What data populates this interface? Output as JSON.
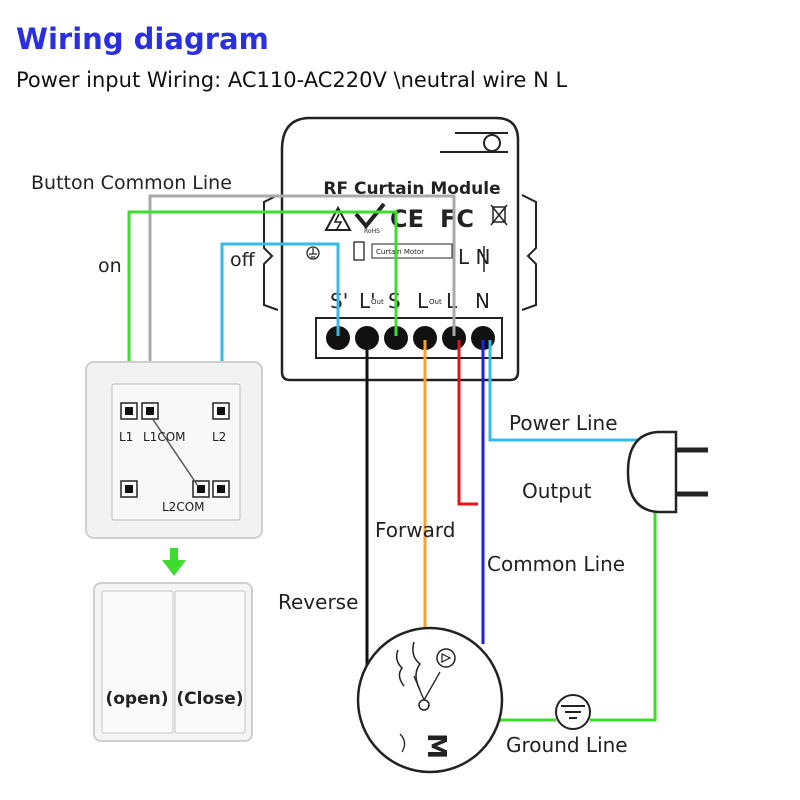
{
  "header": {
    "title": "Wiring diagram",
    "subtitle": "Power input Wiring: AC110-AC220V \\neutral wire N L"
  },
  "module": {
    "name": "RF Curtain Module",
    "rohs": "RoHS",
    "inner_label": "Curtain Motor",
    "ln_label": "L N",
    "terminals": [
      "S'",
      "L'",
      "S",
      "L",
      "L",
      "N"
    ],
    "terminal_subs": [
      "",
      "Out",
      "",
      "Out",
      "",
      ""
    ]
  },
  "labels": {
    "button_common_line": "Button Common Line",
    "on": "on",
    "off": "off",
    "power_line": "Power Line",
    "output": "Output",
    "forward": "Forward",
    "common_line": "Common Line",
    "reverse": "Reverse",
    "ground_line": "Ground Line"
  },
  "switch": {
    "terminals": [
      "L1",
      "L1COM",
      "L2",
      "L2COM"
    ],
    "open_label": "(open)",
    "close_label": "(Close)"
  },
  "motor": {
    "label": "M"
  },
  "colors": {
    "title": "#2a2fe0",
    "green_wire": "#3ddc2e",
    "grey_wire": "#a9a9a9",
    "cyan_wire": "#33bce8",
    "red_wire": "#e4131b",
    "blue_wire": "#1f1fe0",
    "orange_wire": "#f7a12e",
    "black_wire": "#111111",
    "ground_wire": "#3ddc2e"
  },
  "icons": [
    "warning-icon",
    "check-mark-icon",
    "ce-mark-icon",
    "fcc-mark-icon",
    "weee-bin-icon",
    "ground-symbol-icon",
    "plug-icon",
    "down-arrow-icon"
  ]
}
